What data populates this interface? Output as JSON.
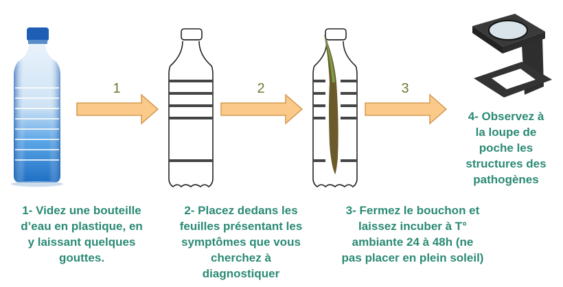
{
  "colors": {
    "caption_text": "#2a8a74",
    "arrow_fill": "#fbc98a",
    "arrow_stroke": "#d49a4f",
    "arrow_label": "#6b7a2e",
    "bottle_blue": "#2e7fd0",
    "loupe_dark": "#333333"
  },
  "steps": [
    {
      "number": "1",
      "caption": [
        "1- Videz une bouteille",
        "d’eau en plastique, en",
        "y laissant quelques",
        "gouttes."
      ],
      "image": "water-bottle"
    },
    {
      "number": "2",
      "caption": [
        "2- Placez dedans les",
        "feuilles présentant les",
        "symptômes que vous",
        "cherchez à",
        "diagnostiquer"
      ],
      "image": "empty-bottle-outline"
    },
    {
      "number": "3",
      "caption": [
        "3- Fermez le bouchon et",
        "laissez incuber à T°",
        "ambiante 24 à 48h (ne",
        "pas placer en plein soleil)"
      ],
      "image": "bottle-with-leaf"
    },
    {
      "number": "4",
      "caption": [
        "4- Observez à",
        "la loupe de",
        "poche les",
        "structures des",
        "pathogènes"
      ],
      "image": "pocket-magnifier"
    }
  ],
  "arrows": [
    {
      "label": "1"
    },
    {
      "label": "2"
    },
    {
      "label": "3"
    }
  ]
}
